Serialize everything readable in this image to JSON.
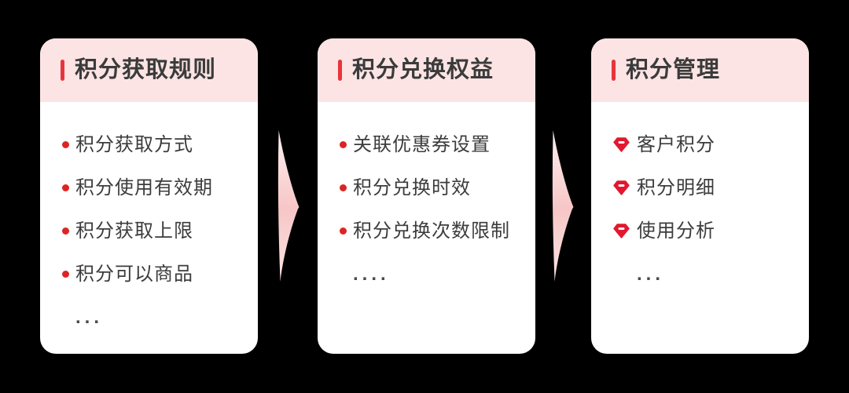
{
  "page": {
    "background": "#000000",
    "description": "积分体系流程图 (loyalty points system flow diagram)"
  },
  "colors": {
    "card_bg": "#ffffff",
    "header_pink": "#fce4e4",
    "accent_red": "#e8343a",
    "bullet_red": "#dd2424",
    "gem_red": "#e1182f",
    "arrow_pink": "#f7c6c6",
    "text": "#3c3c3c",
    "ellipsis_gray": "#4a4a4a"
  },
  "cards": [
    {
      "title": "积分获取规则",
      "bullet_style": "dot",
      "items": [
        "积分获取方式",
        "积分使用有效期",
        "积分获取上限",
        "积分可以商品"
      ],
      "ellipsis": "..."
    },
    {
      "title": "积分兑换权益",
      "bullet_style": "dot",
      "items": [
        "关联优惠券设置",
        "积分兑换时效",
        "积分兑换次数限制"
      ],
      "ellipsis": "...."
    },
    {
      "title": "积分管理",
      "bullet_style": "gem",
      "items": [
        "客户积分",
        "积分明细",
        "使用分析"
      ],
      "ellipsis": "..."
    }
  ]
}
